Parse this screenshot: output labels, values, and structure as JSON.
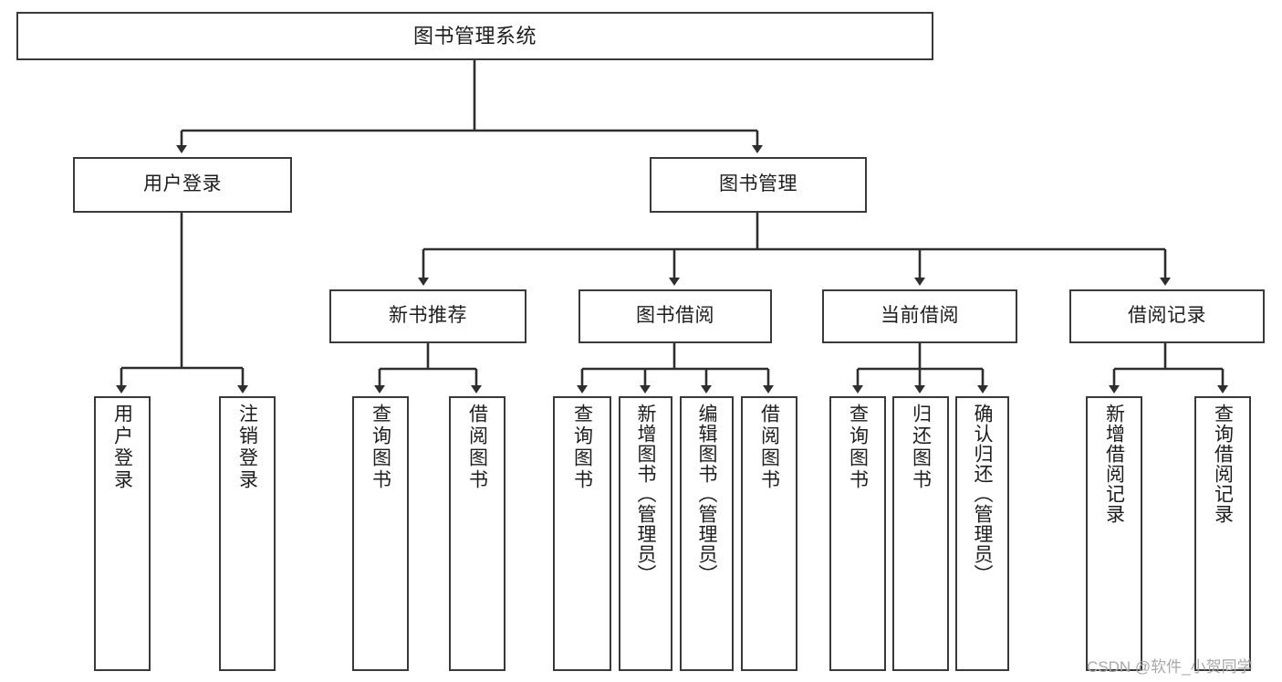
{
  "diagram": {
    "type": "tree-hierarchy",
    "title": "图书管理系统",
    "root": {
      "label": "图书管理系统"
    },
    "level1": [
      {
        "id": "user-login",
        "label": "用户登录"
      },
      {
        "id": "book-manage",
        "label": "图书管理"
      }
    ],
    "level2": [
      {
        "id": "new-book-rec",
        "label": "新书推荐",
        "parent": "book-manage"
      },
      {
        "id": "book-borrow",
        "label": "图书借阅",
        "parent": "book-manage"
      },
      {
        "id": "current-borrow",
        "label": "当前借阅",
        "parent": "book-manage"
      },
      {
        "id": "borrow-record",
        "label": "借阅记录",
        "parent": "book-manage"
      }
    ],
    "leaves": {
      "user-login": [
        {
          "id": "leaf-user-login",
          "label": "用户登录"
        },
        {
          "id": "leaf-logout",
          "label": "注销登录"
        }
      ],
      "new-book-rec": [
        {
          "id": "leaf-query-book-1",
          "label": "查询图书"
        },
        {
          "id": "leaf-borrow-book-1",
          "label": "借阅图书"
        }
      ],
      "book-borrow": [
        {
          "id": "leaf-query-book-2",
          "label": "查询图书"
        },
        {
          "id": "leaf-add-book",
          "label": "新增图书（管理员）"
        },
        {
          "id": "leaf-edit-book",
          "label": "编辑图书（管理员）"
        },
        {
          "id": "leaf-borrow-book-2",
          "label": "借阅图书"
        }
      ],
      "current-borrow": [
        {
          "id": "leaf-query-book-3",
          "label": "查询图书"
        },
        {
          "id": "leaf-return-book",
          "label": "归还图书"
        },
        {
          "id": "leaf-confirm-return",
          "label": "确认归还（管理员）"
        }
      ],
      "borrow-record": [
        {
          "id": "leaf-add-record",
          "label": "新增借阅记录"
        },
        {
          "id": "leaf-query-record",
          "label": "查询借阅记录"
        }
      ]
    },
    "colors": {
      "stroke": "#3a3a3a",
      "text": "#1d1d1d",
      "background": "#ffffff",
      "watermark": "#a8a8a8"
    }
  },
  "watermark": {
    "text": "CSDN @软件_小贺同学"
  }
}
